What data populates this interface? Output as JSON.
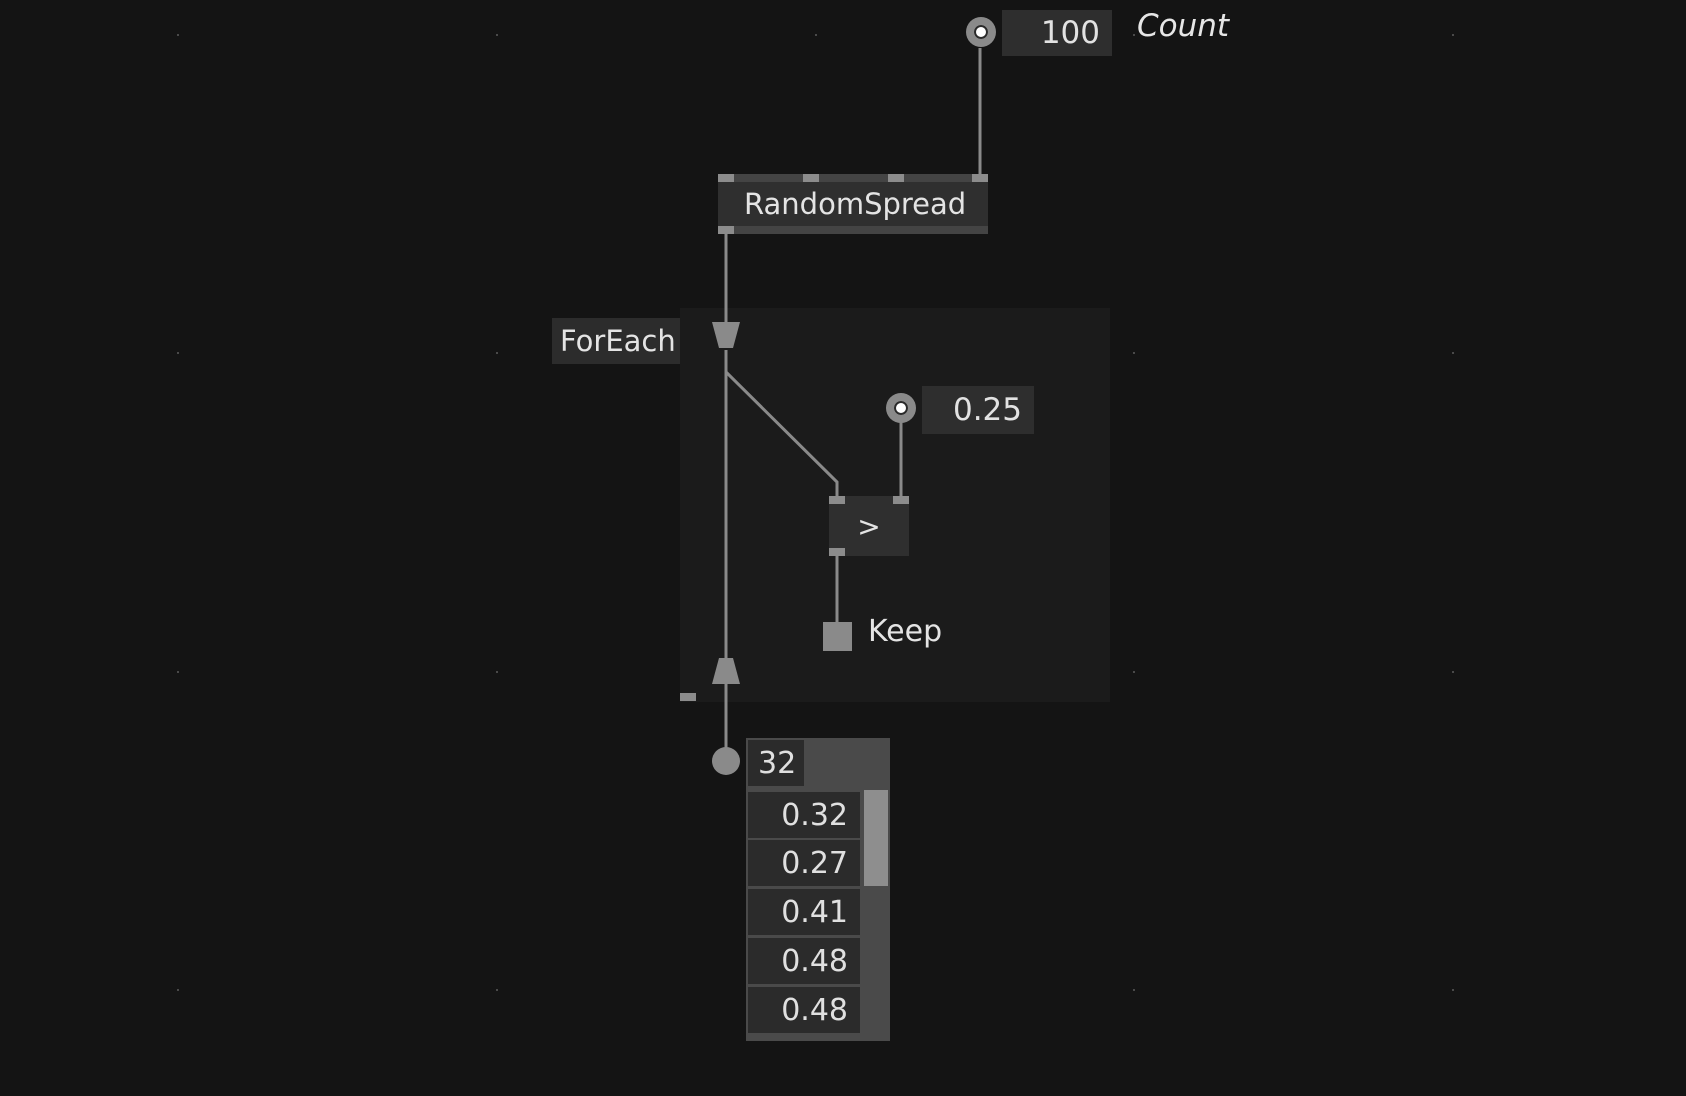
{
  "count_input": {
    "value": "100",
    "label": "Count"
  },
  "random_spread": {
    "title": "RandomSpread"
  },
  "foreach": {
    "label": "ForEach"
  },
  "threshold_input": {
    "value": "0.25"
  },
  "compare_node": {
    "label": ">"
  },
  "keep_output": {
    "label": "Keep"
  },
  "spread_viewer": {
    "count": "32",
    "values": [
      "0.32",
      "0.27",
      "0.41",
      "0.48",
      "0.48"
    ]
  },
  "colors": {
    "background": "#141414",
    "wire": "#8a8a8a",
    "node": "#2f2f2f",
    "region": "#1b1b1b"
  }
}
